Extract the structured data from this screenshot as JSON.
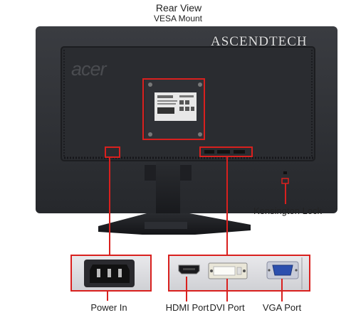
{
  "labels": {
    "title": "Rear View",
    "subtitle": "VESA Mount",
    "kensington": "Kensington Lock",
    "power": "Power In",
    "hdmi": "HDMI Port",
    "dvi": "DVI Port",
    "vga": "VGA Port"
  },
  "watermark": "ASCENDTECH",
  "brand_logo": "acer",
  "colors": {
    "highlight": "#d9201e",
    "bezel": "#2b2d31",
    "panel_inner": "#222428",
    "background": "#ffffff"
  }
}
